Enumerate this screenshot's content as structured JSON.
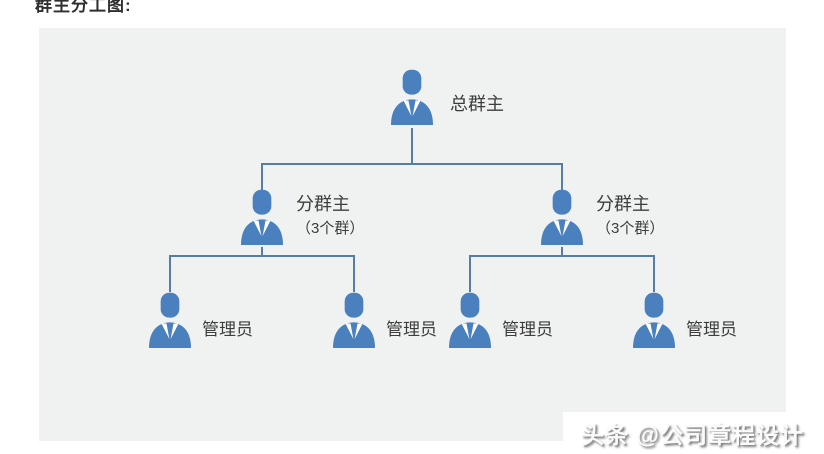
{
  "page": {
    "title": "群主分工图:",
    "background": "#ffffff"
  },
  "diagram": {
    "type": "org-tree",
    "panel_bg": "#f0f1f1",
    "icon_color": "#4a80bd",
    "line_color": "#567da6",
    "text_color": "#3d3d3d",
    "icon_name": "businessperson-icon",
    "root": {
      "label": "总群主",
      "children": [
        {
          "label": "分群主",
          "note": "（3个群）",
          "children": [
            {
              "label": "管理员"
            },
            {
              "label": "管理员"
            }
          ]
        },
        {
          "label": "分群主",
          "note": "（3个群）",
          "children": [
            {
              "label": "管理员"
            },
            {
              "label": "管理员"
            }
          ]
        }
      ]
    }
  },
  "watermark": {
    "text": "头条 @公司章程设计"
  }
}
